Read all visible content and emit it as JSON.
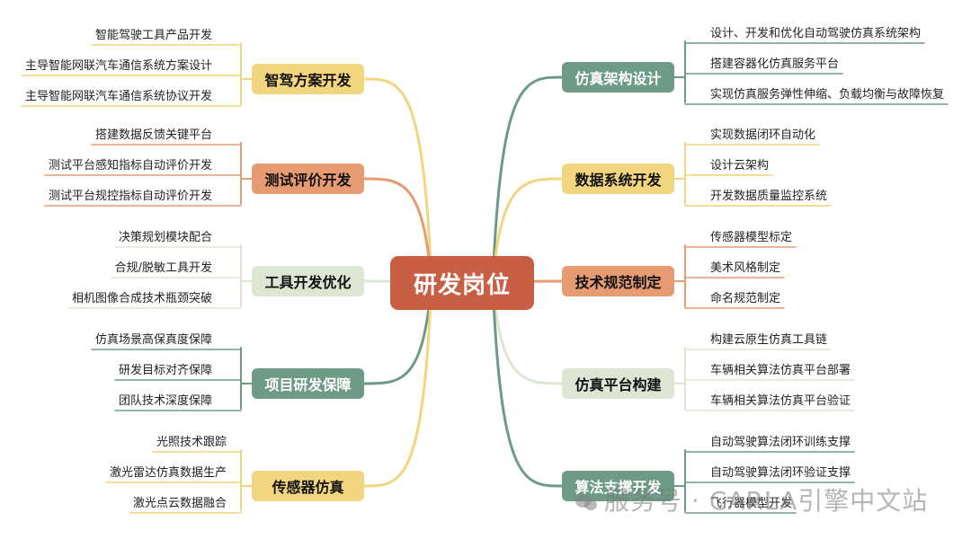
{
  "center": {
    "label": "研发岗位",
    "color": "#c85f45"
  },
  "branches": [
    {
      "label": "智驾方案开发",
      "color": "#f1d57f",
      "leaves": [
        "智能驾驶工具产品开发",
        "主导智能网联汽车通信系统方案设计",
        "主导智能网联汽车通信系统协议开发"
      ]
    },
    {
      "label": "测试评价开发",
      "color": "#e69b72",
      "leaves": [
        "搭建数据反馈关键平台",
        "测试平台感知指标自动评价开发",
        "测试平台规控指标自动评价开发"
      ]
    },
    {
      "label": "工具开发优化",
      "color": "#dce6d3",
      "leaves": [
        "决策规划模块配合",
        "合规/脱敏工具开发",
        "相机图像合成技术瓶颈突破"
      ]
    },
    {
      "label": "项目研发保障",
      "color": "#6e9a88",
      "leaves": [
        "仿真场景高保真度保障",
        "研发目标对齐保障",
        "团队技术深度保障"
      ]
    },
    {
      "label": "传感器仿真",
      "color": "#f1d57f",
      "leaves": [
        "光照技术跟踪",
        "激光雷达仿真数据生产",
        "激光点云数据融合"
      ]
    },
    {
      "label": "仿真架构设计",
      "color": "#6e9a88",
      "leaves": [
        "设计、开发和优化自动驾驶仿真系统架构",
        "搭建容器化仿真服务平台",
        "实现仿真服务弹性伸缩、负载均衡与故障恢复"
      ]
    },
    {
      "label": "数据系统开发",
      "color": "#f1d57f",
      "leaves": [
        "实现数据闭环自动化",
        "设计云架构",
        "开发数据质量监控系统"
      ]
    },
    {
      "label": "技术规范制定",
      "color": "#e69b72",
      "leaves": [
        "传感器模型标定",
        "美术风格制定",
        "命名规范制定"
      ]
    },
    {
      "label": "仿真平台构建",
      "color": "#dce6d3",
      "leaves": [
        "构建云原生仿真工具链",
        "车辆相关算法仿真平台部署",
        "车辆相关算法仿真平台验证"
      ]
    },
    {
      "label": "算法支撑开发",
      "color": "#6e9a88",
      "leaves": [
        "自动驾驶算法闭环训练支撑",
        "自动驾驶算法闭环验证支撑",
        "飞行器模型开发"
      ]
    }
  ],
  "watermark": {
    "icon": "wechat-icon",
    "text": "服务号 · CARLA引擎中文站"
  }
}
